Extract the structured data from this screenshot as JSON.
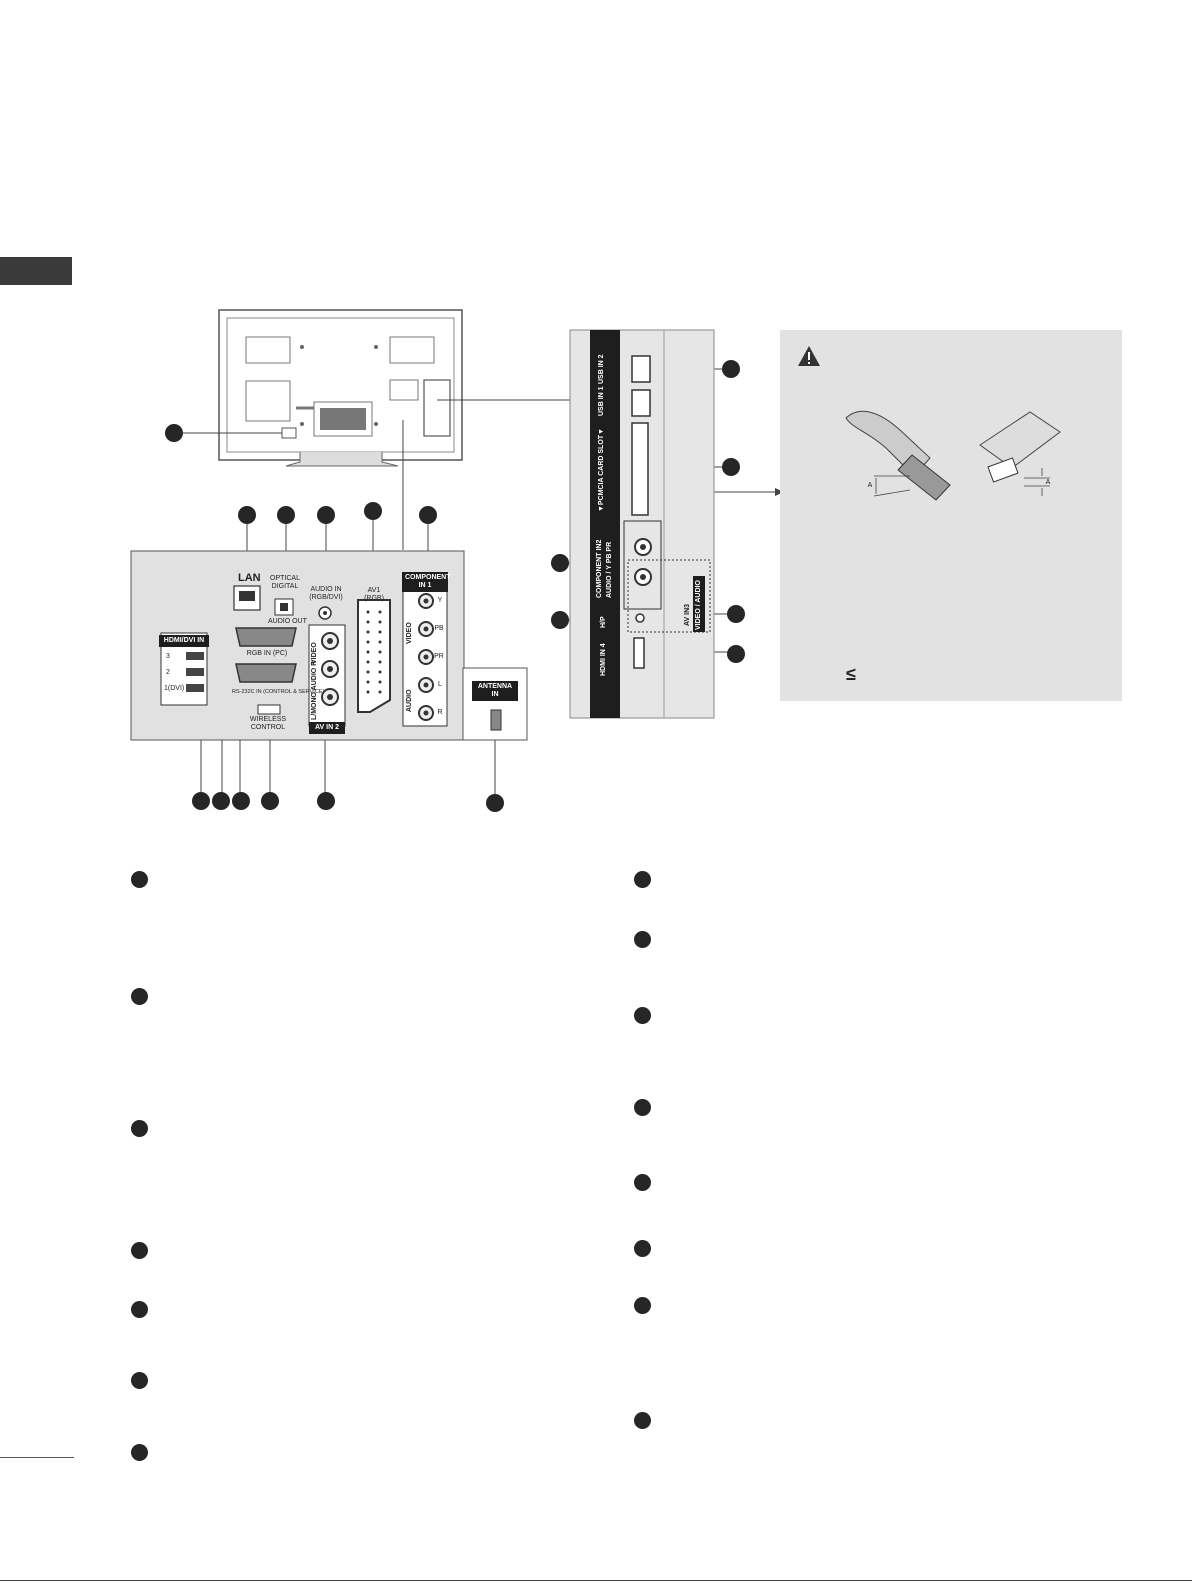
{
  "diagram": {
    "rear_panel": {
      "lan": "LAN",
      "optical_digital": "OPTICAL DIGITAL",
      "audio_out": "AUDIO OUT",
      "audio_in_rgb_dvi": "AUDIO IN (RGB/DVI)",
      "av1_rgb": "AV1 (RGB)",
      "component_in1": "COMPONENT IN 1",
      "hdmi_dvi_in": "HDMI/DVI IN",
      "hdmi_ports": [
        "3",
        "2",
        "1(DVI)"
      ],
      "rgb_in_pc": "RGB IN (PC)",
      "rs232c": "RS-232C IN (CONTROL & SERVICE)",
      "wireless_control": "WIRELESS CONTROL",
      "av_in2": "AV IN 2",
      "av2_video": "VIDEO",
      "av2_audio": "L/MONO AUDIO R",
      "comp_y": "Y",
      "comp_pb": "PB",
      "comp_pr": "PR",
      "comp_video": "VIDEO",
      "comp_audio": "AUDIO",
      "comp_l": "L",
      "comp_r": "R",
      "antenna_in": "ANTENNA IN"
    },
    "side_panel": {
      "usb_in2": "USB IN 2",
      "usb_in1": "USB IN 1",
      "pcmcia": "▼PCMCIA CARD SLOT▼",
      "component_in2": "COMPONENT IN2",
      "component_in2_audio": "AUDIO / Y PB PR",
      "hp": "H/P",
      "hdmi_in4": "HDMI IN 4",
      "av_in3": "AV IN3",
      "av_in3_sub": "VIDEO / AUDIO"
    },
    "warning_panel": {
      "warning_icon": "warning-triangle-icon",
      "dimension_label": "A",
      "le_sign": "≤"
    }
  }
}
